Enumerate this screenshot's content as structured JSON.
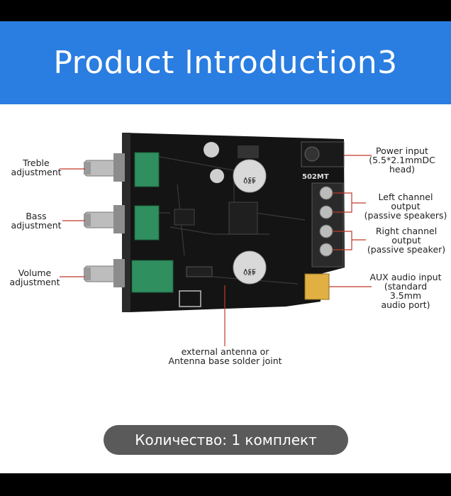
{
  "banner": {
    "title": "Product lntroduction3"
  },
  "board": {
    "model_label": "502MT",
    "cap_text": "470",
    "cap_volt": "35V",
    "cap_brand": "VT"
  },
  "labels": {
    "treble": [
      "Treble",
      "adjustment"
    ],
    "bass": [
      "Bass",
      "adjustment"
    ],
    "volume": [
      "Volume",
      "adjustment"
    ],
    "antenna": [
      "external antenna or",
      "Antenna base solder joint"
    ],
    "power": [
      "Power input",
      "(5.5*2.1mmDC head)"
    ],
    "left": [
      "Left channel output",
      "(passive speakers)"
    ],
    "right": [
      "Right channel output",
      "(passive speaker)"
    ],
    "aux": [
      "AUX audio input",
      "(standard 3.5mm",
      "audio port)"
    ]
  },
  "footer": {
    "quantity": "Количество: 1 комплект"
  },
  "colors": {
    "accent": "#2a7de1",
    "callout": "#c0392b"
  }
}
